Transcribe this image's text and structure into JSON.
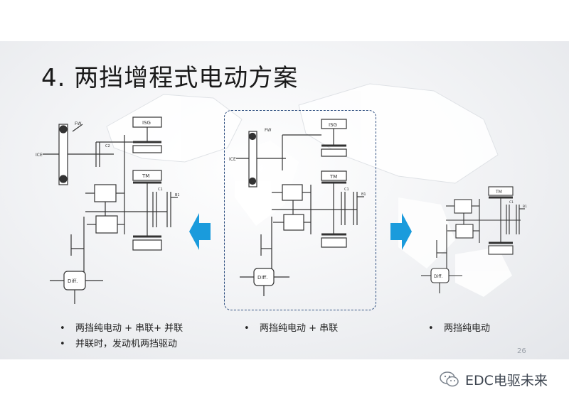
{
  "slide": {
    "title": "4. 两挡增程式电动方案",
    "page_number": "26"
  },
  "diagram_labels": {
    "fw": "FW",
    "ice": "ICE",
    "isg": "ISG",
    "tm": "TM",
    "c1": "C1",
    "c2": "C2",
    "b1": "B1",
    "diff": "Diff."
  },
  "bullets": {
    "left": [
      "两挡纯电动 + 串联+ 并联",
      "并联时，发动机两挡驱动"
    ],
    "middle": [
      "两挡纯电动 + 串联"
    ],
    "right": [
      "两挡纯电动"
    ],
    "bullet_char": "•"
  },
  "watermark": {
    "text": "EDC电驱未来",
    "icon": "wechat-icon"
  },
  "colors": {
    "arrow": "#1a9bdc",
    "dash_border": "#2f4f80",
    "line": "#333333"
  }
}
